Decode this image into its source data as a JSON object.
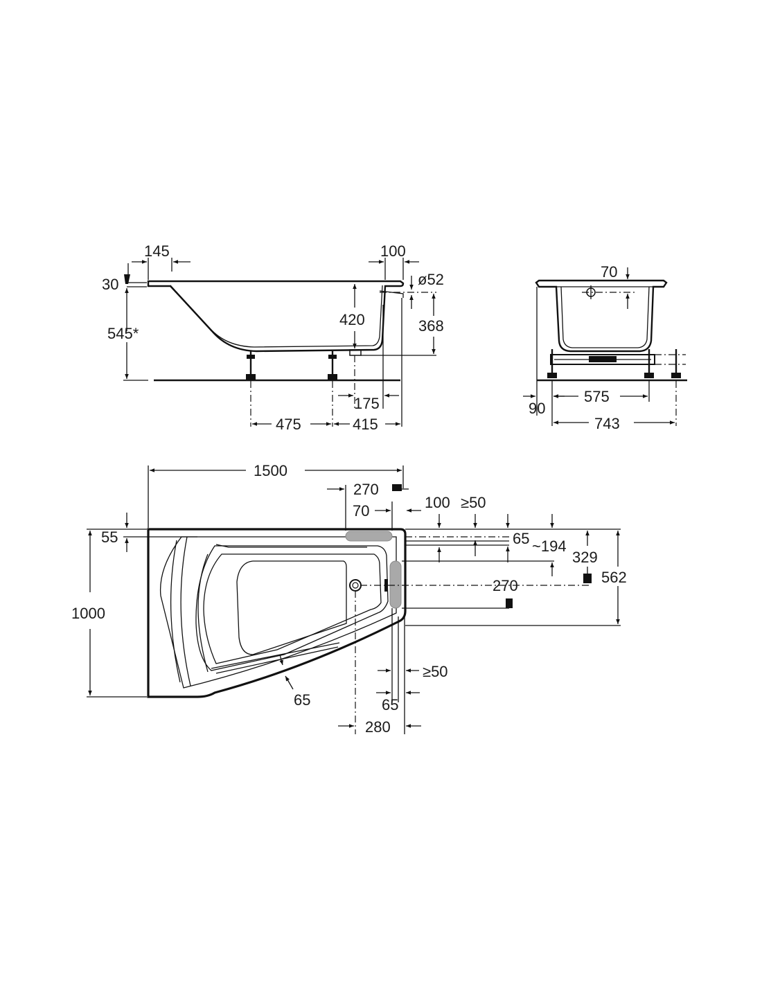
{
  "side_view": {
    "flange_width": "145",
    "rim_right": "100",
    "rim_thickness": "30",
    "overall_height": "545*",
    "inner_depth": "420",
    "waste_diameter": "ø52",
    "waste_height": "368",
    "waste_offset": "175",
    "leg_spacing": "475",
    "leg_to_end": "415"
  },
  "end_view": {
    "overflow_drop": "70",
    "foot_height": "90",
    "leg_spacing": "575",
    "frame_width": "743"
  },
  "plan_view": {
    "length": "1500",
    "width": "1000",
    "panel_length": "270",
    "panel_offset": "70",
    "rim_right": "100",
    "clearance_top": "≥50",
    "rim_top": "55",
    "rim_inner": "65",
    "approx_194": "~194",
    "dim_329": "329",
    "dim_562": "562",
    "panel_vertical": "270",
    "clearance_side": "≥50",
    "rim_side": "65",
    "rim_front": "65",
    "waste_from_end": "280"
  }
}
